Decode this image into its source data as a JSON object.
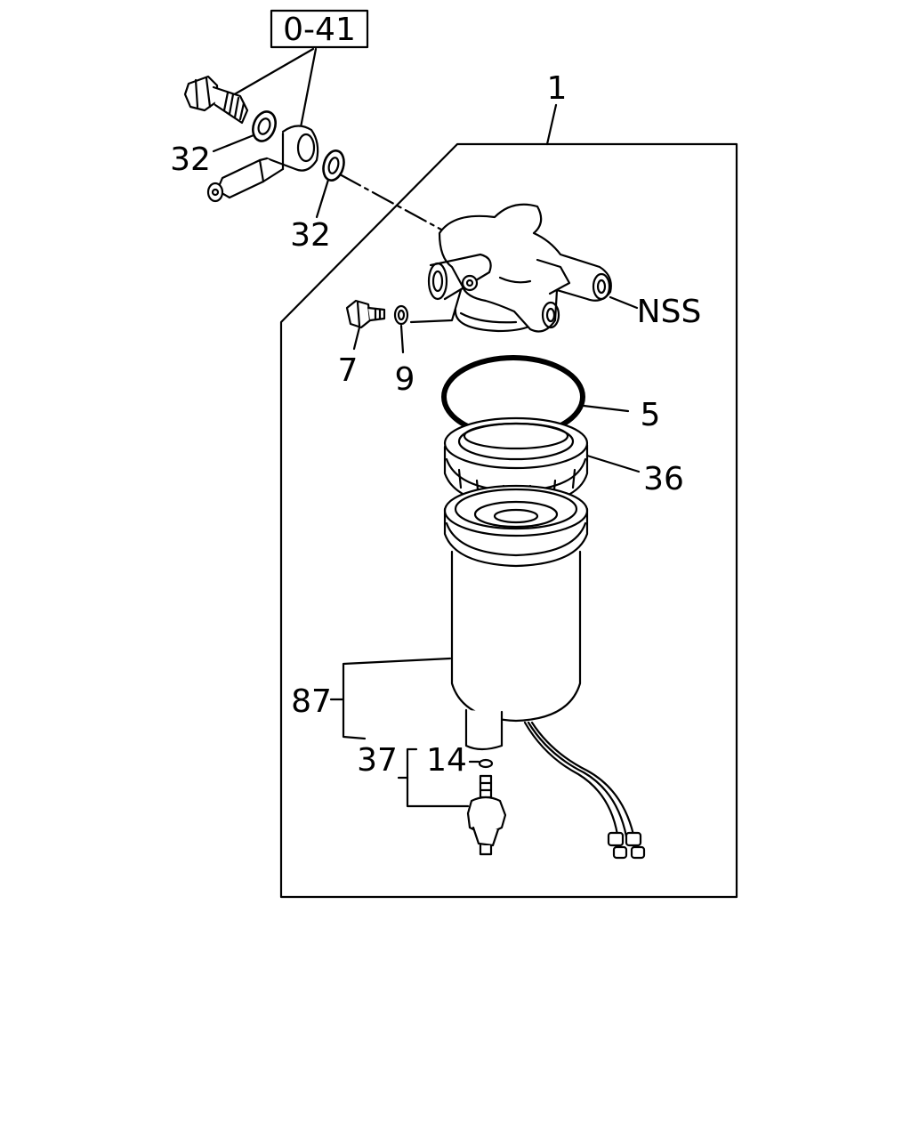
{
  "diagram": {
    "reference_box": "0-41",
    "callouts": {
      "assembly": "1",
      "washer_upper": "32",
      "washer_lower": "32",
      "head": "NSS",
      "bolt": "7",
      "washer_small": "9",
      "o_ring": "5",
      "ring_nut": "36",
      "element": "87",
      "drain_plug": "37",
      "drain_o_ring": "14"
    }
  }
}
